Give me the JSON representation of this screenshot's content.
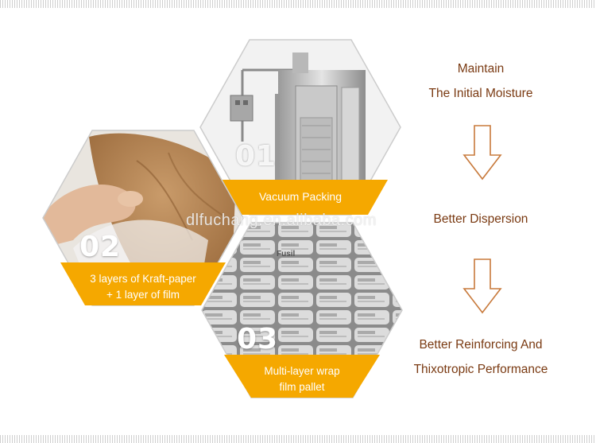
{
  "panels": {
    "vacuum": {
      "number": "01",
      "caption": "Vacuum Packing"
    },
    "kraft": {
      "number": "02",
      "caption_line1": "3 layers of Kraft-paper",
      "caption_line2": "+ 1 layer of film"
    },
    "pallet": {
      "number": "03",
      "caption_line1": "Multi-layer wrap",
      "caption_line2": "film pallet",
      "bag_label": "Fusil"
    }
  },
  "benefits": {
    "step1_line1": "Maintain",
    "step1_line2": "The Initial Moisture",
    "step2": "Better Dispersion",
    "step3_line1": "Better Reinforcing And",
    "step3_line2": "Thixotropic Performance"
  },
  "watermark": "dlfuchang.en.alibaba.com",
  "colors": {
    "band": "#f5a800",
    "text_brown": "#7a3a12",
    "arrow": "#c87a3c",
    "hex_outline": "#cccccc"
  }
}
